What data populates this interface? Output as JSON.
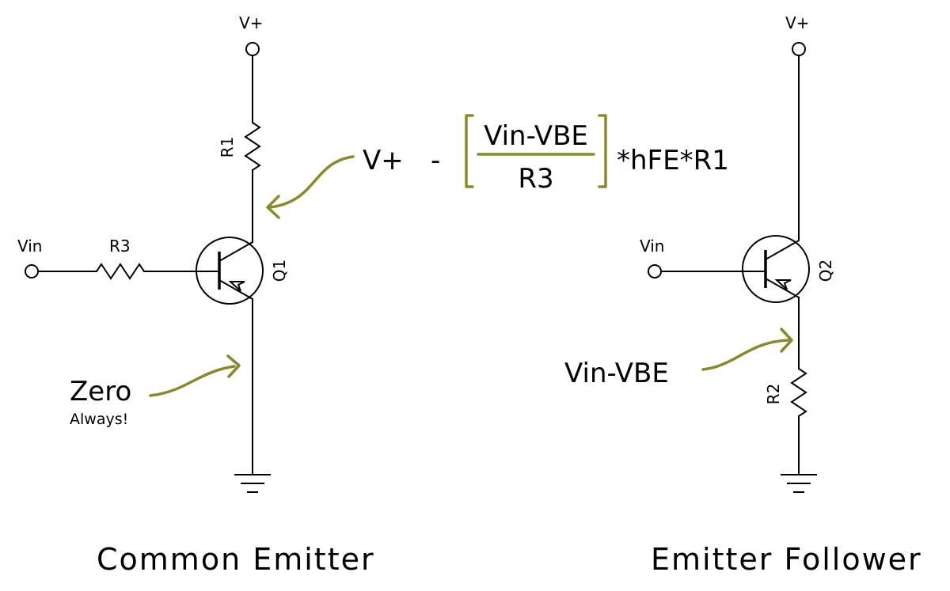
{
  "colors": {
    "annotation": "#8a8a2a",
    "line": "#000000"
  },
  "common_emitter": {
    "supply_label": "V+",
    "resistor_top_label": "R1",
    "input_label": "Vin",
    "resistor_input_label": "R3",
    "transistor_label": "Q1",
    "emitter_note": "Zero",
    "emitter_note_sub": "Always!",
    "title": "Common Emitter"
  },
  "formula": {
    "lead": "V+",
    "minus": "-",
    "numerator": "Vin-VBE",
    "denominator": "R3",
    "tail": "*hFE*R1"
  },
  "emitter_follower": {
    "supply_label": "V+",
    "input_label": "Vin",
    "transistor_label": "Q2",
    "resistor_label": "R2",
    "emitter_note": "Vin-VBE",
    "title": "Emitter Follower"
  }
}
